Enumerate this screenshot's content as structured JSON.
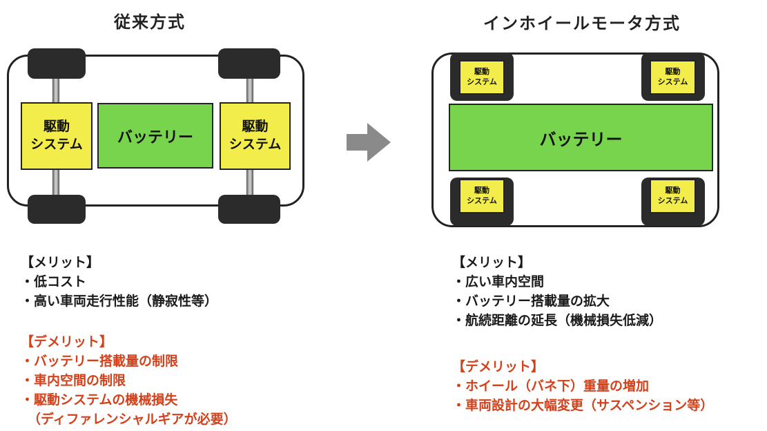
{
  "left": {
    "title": "従来方式",
    "drive_line1": "駆動",
    "drive_line2": "システム",
    "battery": "バッテリー",
    "merit": {
      "heading": "【メリット】",
      "items": [
        "・低コスト",
        "・高い車両走行性能（静寂性等）"
      ]
    },
    "demerit": {
      "heading": "【デメリット】",
      "items": [
        "・バッテリー搭載量の制限",
        "・車内空間の制限",
        "・駆動システムの機械損失",
        "（ディファレンシャルギアが必要）"
      ]
    }
  },
  "right": {
    "title": "インホイールモータ方式",
    "drive_line1": "駆動",
    "drive_line2": "システム",
    "battery": "バッテリー",
    "merit": {
      "heading": "【メリット】",
      "items": [
        "・広い車内空間",
        "・バッテリー搭載量の拡大",
        "・航続距離の延長（機械損失低減）"
      ]
    },
    "demerit": {
      "heading": "【デメリット】",
      "items": [
        "・ホイール（バネ下）重量の増加",
        "・車両設計の大幅変更（サスペンション等）"
      ]
    }
  },
  "colors": {
    "drive": "#f2ed4a",
    "battery": "#78d44c",
    "arrow": "#8a8a8a",
    "demerit_text": "#d4401a"
  },
  "icons": {
    "arrow": "right-arrow-icon"
  }
}
